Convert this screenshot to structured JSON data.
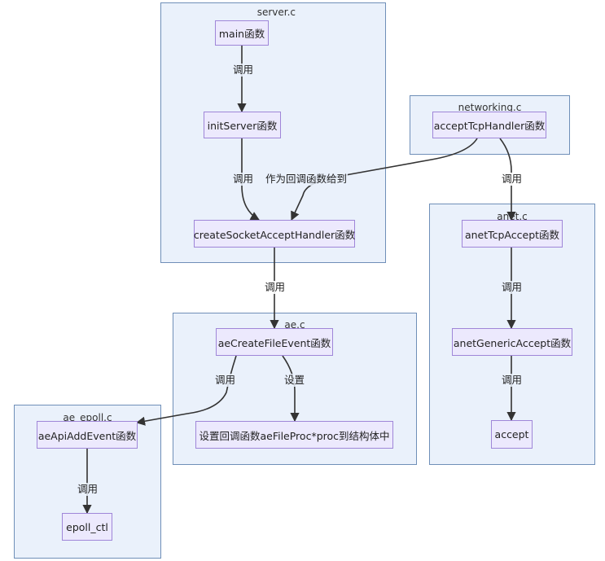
{
  "clusters": {
    "server": "server.c",
    "networking": "networking.c",
    "anet": "anet.c",
    "ae": "ae.c",
    "ae_epoll": "ae_epoll.c"
  },
  "nodes": {
    "main": "main函数",
    "initServer": "initServer函数",
    "createSocketAcceptHandler": "createSocketAcceptHandler函数",
    "acceptTcpHandler": "acceptTcpHandler函数",
    "anetTcpAccept": "anetTcpAccept函数",
    "anetGenericAccept": "anetGenericAccept函数",
    "accept": "accept",
    "aeCreateFileEvent": "aeCreateFileEvent函数",
    "setProc": "设置回调函数aeFileProc*proc到结构体中",
    "aeApiAddEvent": "aeApiAddEvent函数",
    "epoll_ctl": "epoll_ctl"
  },
  "edges": {
    "main_to_init": "调用",
    "init_to_create": "调用",
    "accept_to_create": "作为回调函数给到",
    "accepttcp_to_anet": "调用",
    "anet_to_generic": "调用",
    "generic_to_accept": "调用",
    "create_to_ae": "调用",
    "ae_to_addevent": "调用",
    "ae_to_setproc": "设置",
    "addevent_to_epoll": "调用"
  },
  "colors": {
    "cluster_fill": "#eaf1fb",
    "cluster_border": "#6f8fb8",
    "node_fill": "#ece9fd",
    "node_border": "#9f86d8",
    "edge": "#333333"
  }
}
